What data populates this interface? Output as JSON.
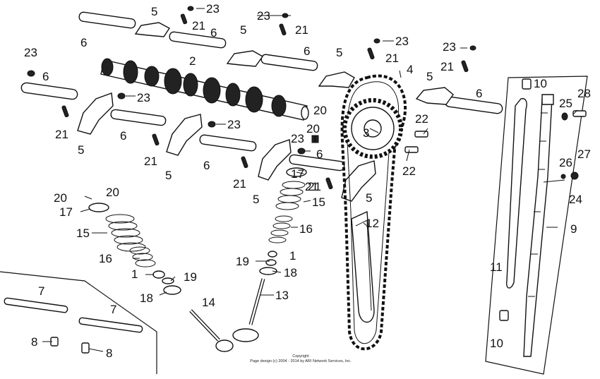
{
  "labels": {
    "l23a": "23",
    "l21a": "21",
    "l5a": "5",
    "l6a": "6",
    "l6b": "6",
    "l2": "2",
    "l5b": "5",
    "l23b": "23",
    "l21b": "21",
    "l6c": "6",
    "l23c": "23",
    "l5c": "5",
    "l21c": "21",
    "l4": "4",
    "l23d": "23",
    "l21d": "21",
    "l5d": "5",
    "l6d": "6",
    "l10a": "10",
    "l28": "28",
    "l25": "25",
    "l23e": "23",
    "l6e": "6",
    "l23f": "23",
    "l21e": "21",
    "l5e": "5",
    "l6f": "6",
    "l23g": "23",
    "l20a": "20",
    "l3": "3",
    "l22a": "22",
    "l21f": "21",
    "l5f": "5",
    "l21g": "21",
    "l5g": "5",
    "l6g": "6",
    "l20b": "20",
    "l23h": "23",
    "l22b": "22",
    "l26": "26",
    "l27": "27",
    "l24": "24",
    "l6h": "6",
    "l21h": "21",
    "l5h": "5",
    "l17a": "17",
    "l21i": "21",
    "l5i": "5",
    "l15a": "15",
    "l20c": "20",
    "l20d": "20",
    "l17b": "17",
    "l15b": "15",
    "l12": "12",
    "l16a": "16",
    "l9": "9",
    "l16b": "16",
    "l19a": "19",
    "l1a": "1",
    "l18a": "18",
    "l11": "11",
    "l1b": "1",
    "l19b": "19",
    "l18b": "18",
    "l13": "13",
    "l7a": "7",
    "l7b": "7",
    "l14": "14",
    "l8a": "8",
    "l8b": "8",
    "l10b": "10"
  },
  "copyright": {
    "line1": "Copyright",
    "line2": "Page design (c) 2004 - 2014 by ARI Network Services, Inc."
  }
}
